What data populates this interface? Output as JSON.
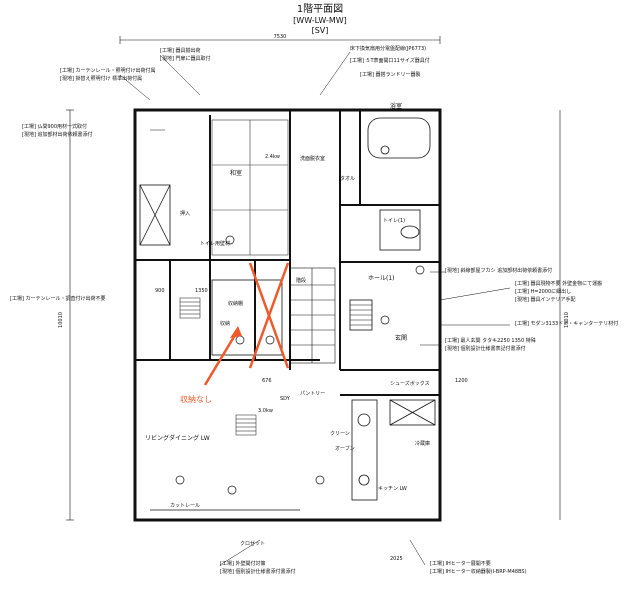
{
  "header": {
    "title": "1階平面図",
    "subtitle": "[WW-LW-MW]",
    "code": "[SV]"
  },
  "dimensions": {
    "top_total": "7530",
    "bottom": "2025",
    "left_total": "10010",
    "right_total": "10010",
    "dim_900": "900",
    "dim_1350": "1350",
    "dim_1200": "1200",
    "dim_676": "676"
  },
  "notes_left": [
    "[工場] カーテンレール・照明付け出荷付属",
    "[現地] 掛替え照明付け 標準出荷付属",
    "[工場] 仏間900用材一式取付",
    "[現地] 追加部材出荷依頼書添付",
    "[工場] カーテンレール・調査付け出荷不要"
  ],
  "notes_top": [
    "[工場] 器具揃出荷",
    "[現地] 門扉に器具取付",
    "床下換気扇用分電盤配線(JP6773)",
    "[工場] ５T表面開口11サイズ器具付",
    "[工場] 器搭ランドリー器製"
  ],
  "notes_right": [
    "[現地] 斜線部屋フカシ 追加部材出荷依頼書添付",
    "[工場] 器具現物不要 外壁金物にて運搬",
    "[工場] H=2000に細出し",
    "[現地] 器具インテリア手配",
    "[工場] モダン3133ドア・キャンターテリ材付",
    "[工場] 最人玄関 タタキ2250 1350 特殊",
    "[現地] 個別設計仕様書表記付書添付"
  ],
  "notes_bottom": [
    "[工場] 外壁開付対策",
    "[現地] 個別設計仕様書添付書添付",
    "[工場] IHヒーター展開不要",
    "[工場] IHヒーター収納器製(I-BRP-M48BS)"
  ],
  "rooms": {
    "japanese": "和室",
    "closet": "押入",
    "hall": "ホール(1)",
    "toilet": "トイレ(1)",
    "bath": "浴室",
    "washroom": "洗面脱衣室",
    "storage": "収納",
    "shoe_closet": "シューズボックス",
    "ldk": "リビングダイニング LW",
    "kitchen": "キッチン LW",
    "entrance": "玄関",
    "stairs": "階段",
    "pantry": "パントリー",
    "fridge": "冷蔵庫"
  },
  "labels": {
    "curtain_rail_1": "カットレール",
    "towel": "タオル",
    "ceiling_3_0": "3.0kw",
    "ceiling_2_4": "2.4kw",
    "oven": "オーブン",
    "cleanup": "クリーン",
    "toire_tile": "トイレ用壁材",
    "floor_sdy": "SDY",
    "cabinet": "収納棚",
    "closet_dot": "クロゼット"
  },
  "annotation": {
    "text": "収納なし",
    "color": "#ee5a2a"
  }
}
